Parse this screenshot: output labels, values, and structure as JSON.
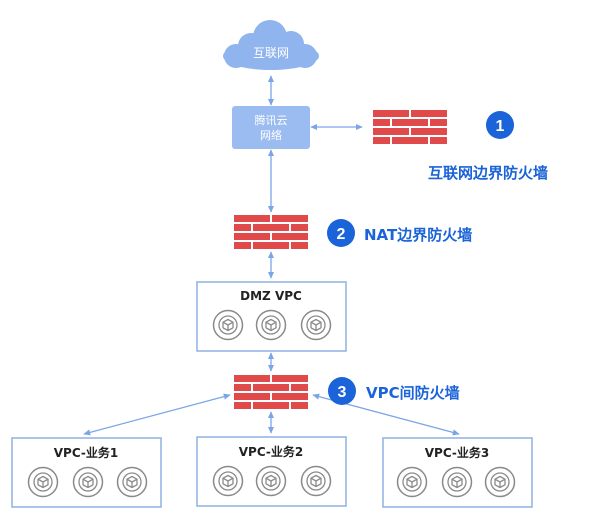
{
  "internet": {
    "label": "互联网"
  },
  "tencent_network": {
    "line1": "腾讯云",
    "line2": "网络"
  },
  "firewalls": {
    "internet_border": {
      "badge": "1",
      "label": "互联网边界防火墙"
    },
    "nat_border": {
      "badge": "2",
      "label": "NAT边界防火墙"
    },
    "vpc": {
      "badge": "3",
      "label": "VPC间防火墙"
    }
  },
  "vpcs": {
    "dmz": {
      "title": "DMZ VPC",
      "instances": 3
    },
    "business1": {
      "title": "VPC-业务1",
      "instances": 3
    },
    "business2": {
      "title": "VPC-业务2",
      "instances": 3
    },
    "business3": {
      "title": "VPC-业务3",
      "instances": 3
    }
  },
  "colors": {
    "cloud": "#8fb4ee",
    "network_box": "#9bbcf0",
    "firewall_brick": "#e04a4a",
    "badge": "#1a63d8",
    "label": "#1a63d8",
    "vpc_border": "#8fb0e4",
    "connector": "#7aa6e6",
    "icon": "#8a8a8a"
  },
  "icons": {
    "internet": "cloud-icon",
    "firewall": "brick-wall-icon",
    "instance": "cube-icon"
  }
}
